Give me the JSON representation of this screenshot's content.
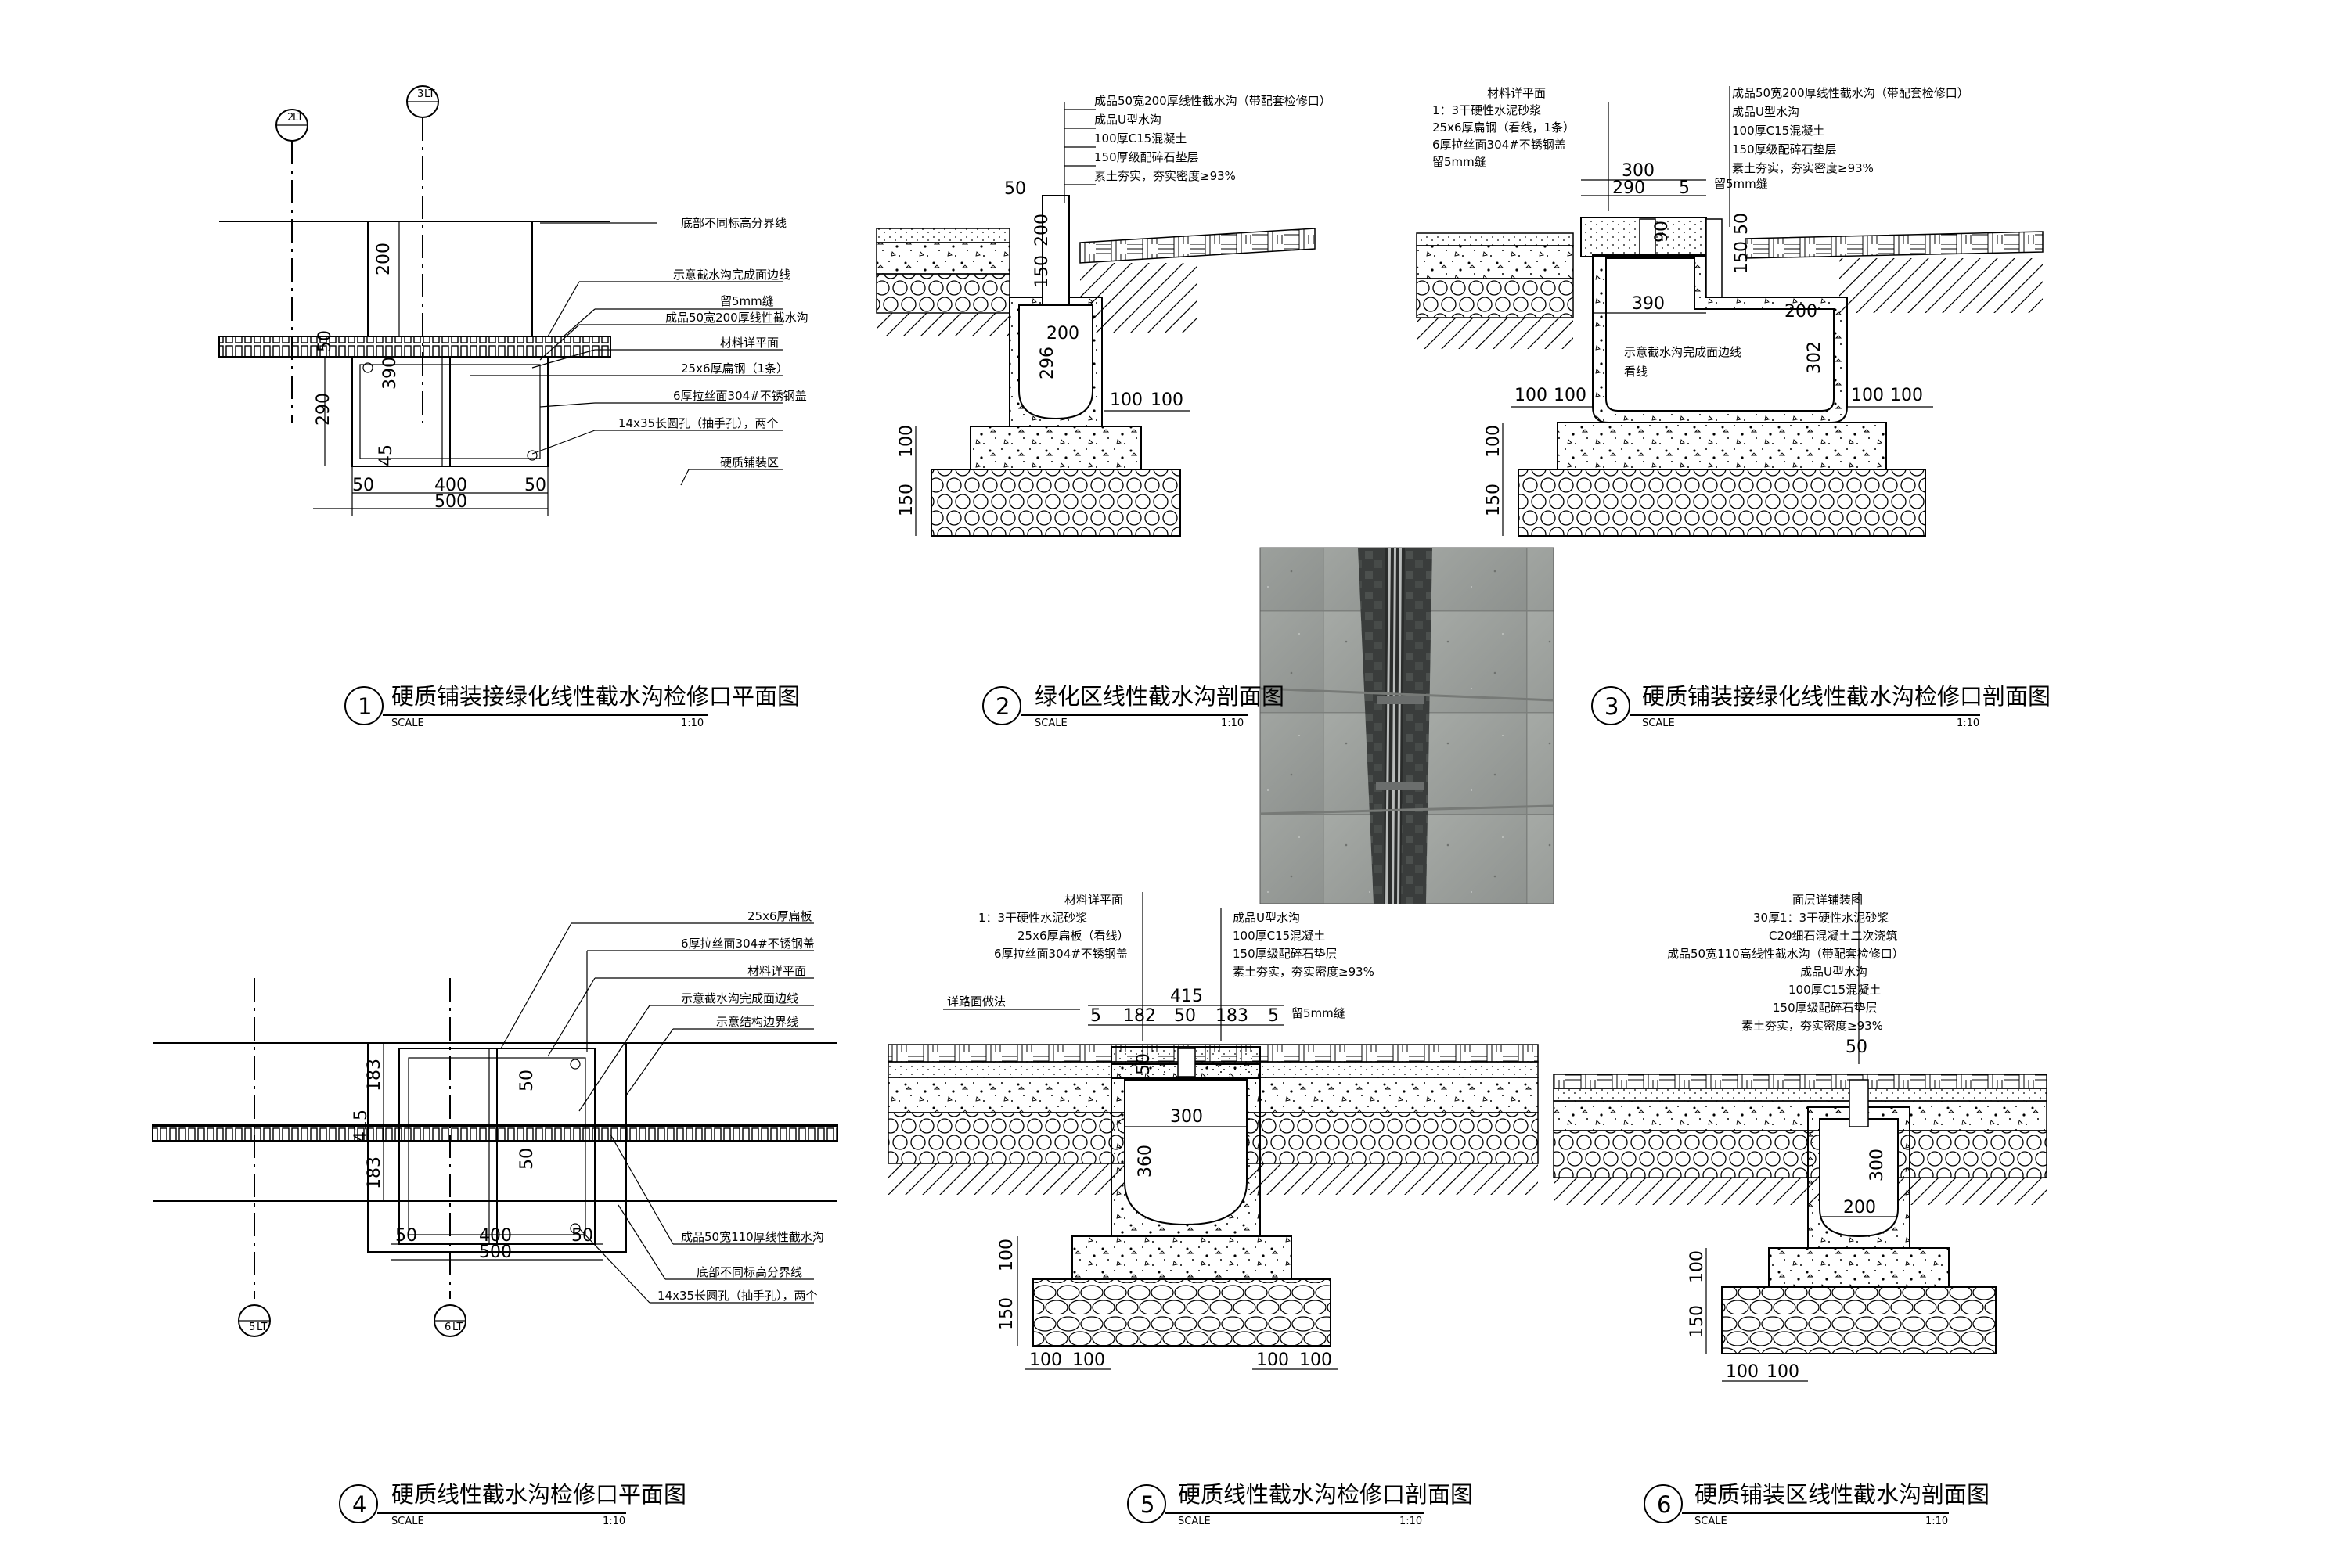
{
  "views": [
    {
      "no": "1",
      "title": "硬质铺装接绿化线性截水沟检修口平面图",
      "scale_label": "SCALE",
      "scale": "1:10"
    },
    {
      "no": "2",
      "title": "绿化区线性截水沟剖面图",
      "scale_label": "SCALE",
      "scale": "1:10"
    },
    {
      "no": "3",
      "title": "硬质铺装接绿化线性截水沟检修口剖面图",
      "scale_label": "SCALE",
      "scale": "1:10"
    },
    {
      "no": "4",
      "title": "硬质线性截水沟检修口平面图",
      "scale_label": "SCALE",
      "scale": "1:10"
    },
    {
      "no": "5",
      "title": "硬质线性截水沟检修口剖面图",
      "scale_label": "SCALE",
      "scale": "1:10"
    },
    {
      "no": "6",
      "title": "硬质铺装区线性截水沟剖面图",
      "scale_label": "SCALE",
      "scale": "1:10"
    }
  ],
  "v1": {
    "markers": [
      "2",
      "3"
    ],
    "marker_sub": "LT",
    "notes": [
      "底部不同标高分界线",
      "示意截水沟完成面边线",
      "留5mm缝",
      "成品50宽200厚线性截水沟",
      "材料详平面",
      "25x6厚扁钢（1条）",
      "6厚拉丝面304#不锈钢盖",
      "14x35长圆孔（抽手孔），两个",
      "硬质铺装区"
    ],
    "dims": [
      "200",
      "50",
      "390",
      "290",
      "45",
      "50",
      "400",
      "50",
      "500"
    ]
  },
  "v2": {
    "notes": [
      "成品50宽200厚线性截水沟（带配套检修口）",
      "成品U型水沟",
      "100厚C15混凝土",
      "150厚级配碎石垫层",
      "素土夯实，夯实密度≥93%"
    ],
    "dims": [
      "50",
      "200",
      "150",
      "200",
      "296",
      "100",
      "100",
      "100",
      "150"
    ]
  },
  "v3": {
    "notes_left": [
      "材料详平面",
      "1：3干硬性水泥砂浆",
      "25x6厚扁钢（看线，1条）",
      "6厚拉丝面304#不锈钢盖",
      "留5mm缝"
    ],
    "notes_right": [
      "成品50宽200厚线性截水沟（带配套检修口）",
      "成品U型水沟",
      "100厚C15混凝土",
      "150厚级配碎石垫层",
      "素土夯实，夯实密度≥93%"
    ],
    "inner": [
      "示意截水沟完成面边线",
      "看线"
    ],
    "dims": [
      "300",
      "290",
      "5",
      "留5mm缝",
      "90",
      "150",
      "50",
      "390",
      "200",
      "302",
      "100",
      "100",
      "100",
      "100",
      "100",
      "150"
    ]
  },
  "photo": {
    "caption": ""
  },
  "v4": {
    "notes": [
      "25x6厚扁板",
      "6厚拉丝面304#不锈钢盖",
      "材料详平面",
      "示意截水沟完成面边线",
      "示意结构边界线",
      "成品50宽110厚线性截水沟",
      "底部不同标高分界线",
      "14x35长圆孔（抽手孔），两个"
    ],
    "dims": [
      "183",
      "50",
      "415",
      "50",
      "183",
      "50",
      "400",
      "50",
      "500"
    ],
    "markers": [
      "5",
      "6"
    ],
    "marker_sub": "LT"
  },
  "v5": {
    "notes_left": [
      "材料详平面",
      "1：3干硬性水泥砂浆",
      "25x6厚扁板（看线）",
      "6厚拉丝面304#不锈钢盖"
    ],
    "notes_right": [
      "成品U型水沟",
      "100厚C15混凝土",
      "150厚级配碎石垫层",
      "素土夯实，夯实密度≥93%"
    ],
    "side": "详路面做法",
    "dims": [
      "415",
      "5",
      "182",
      "50",
      "183",
      "5",
      "留5mm缝",
      "50",
      "300",
      "360",
      "100",
      "150",
      "100",
      "100",
      "100",
      "100"
    ]
  },
  "v6": {
    "notes": [
      "面层详铺装图",
      "30厚1：3干硬性水泥砂浆",
      "C20细石混凝土二次浇筑",
      "成品50宽110高线性截水沟（带配套检修口）",
      "成品U型水沟",
      "100厚C15混凝土",
      "150厚级配碎石垫层",
      "素土夯实，夯实密度≥93%"
    ],
    "dims": [
      "50",
      "300",
      "200",
      "100",
      "150",
      "100",
      "100"
    ]
  }
}
